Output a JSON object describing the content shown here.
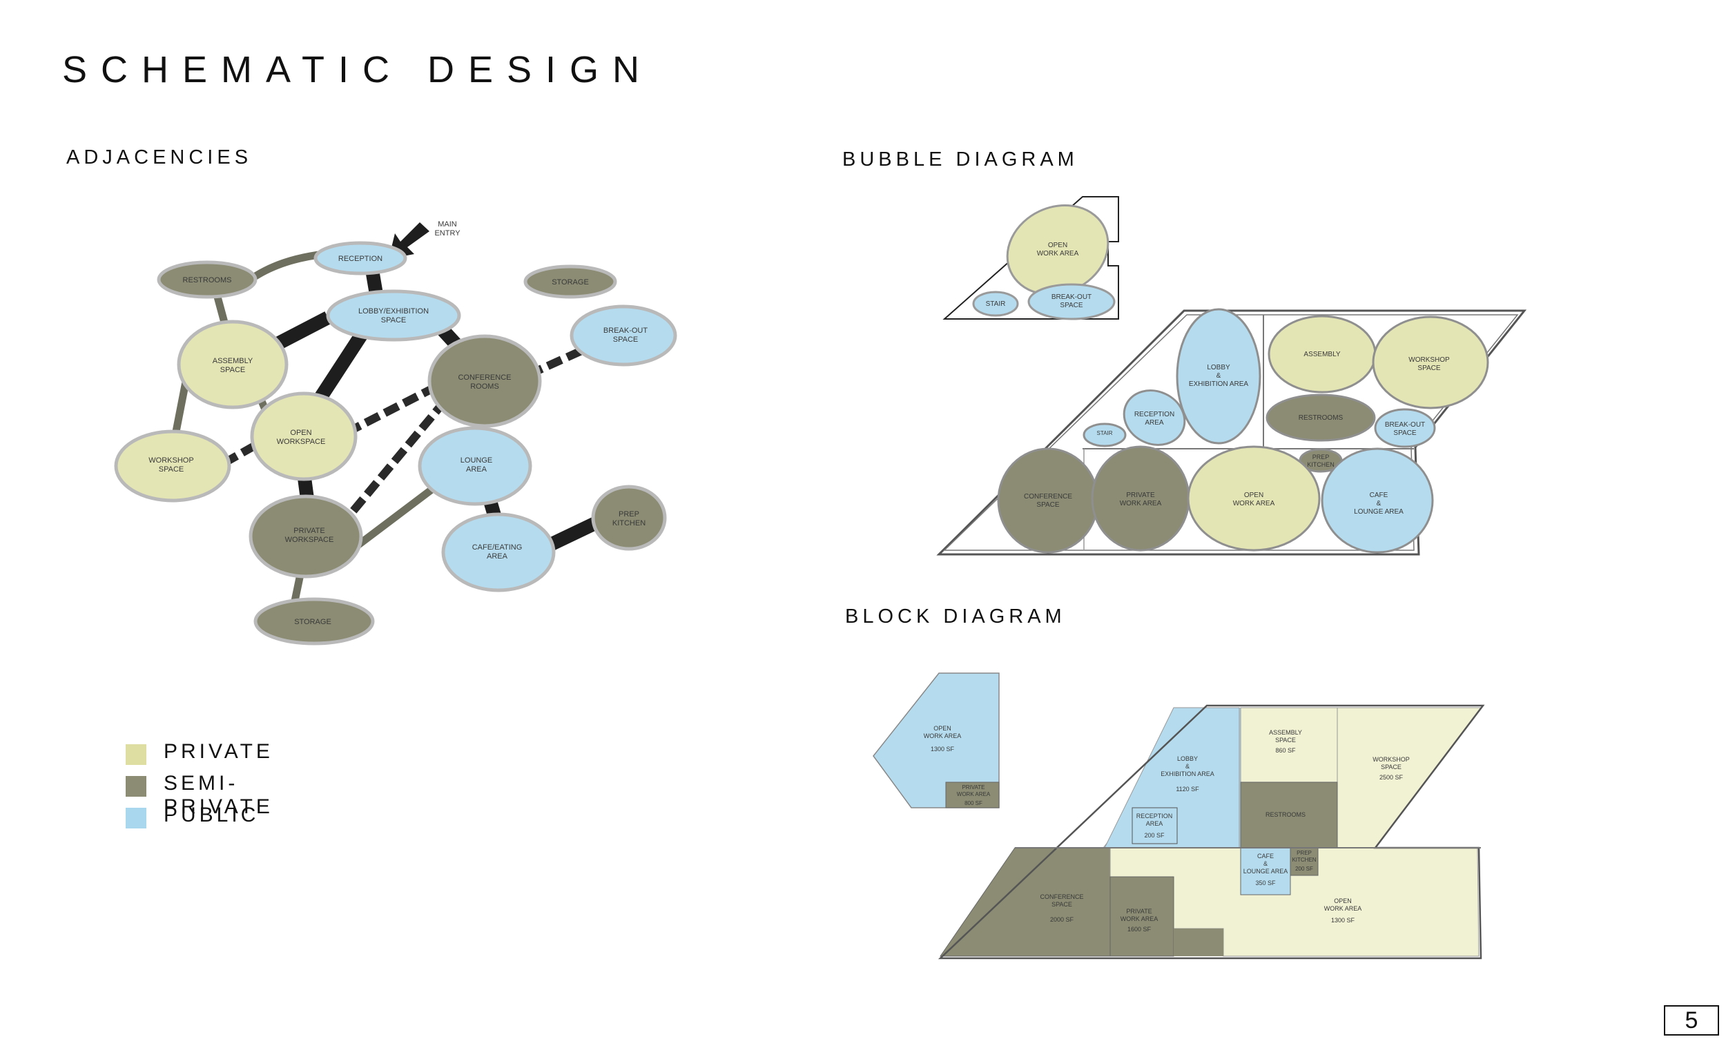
{
  "title": "SCHEMATIC DESIGN",
  "sections": {
    "adjacencies": "ADJACENCIES",
    "bubble": "BUBBLE DIAGRAM",
    "block": "BLOCK DIAGRAM"
  },
  "colors": {
    "private": "#e4e5b4",
    "semi_private": "#8b8c73",
    "public": "#b5dcee"
  },
  "legend": [
    {
      "label": "PRIVATE",
      "color": "#dedea3"
    },
    {
      "label": "SEMI-PRIVATE",
      "color": "#8b8c73"
    },
    {
      "label": "PUBLIC",
      "color": "#a9d8ee"
    }
  ],
  "page_number": "5",
  "adjacencies": {
    "main_entry": [
      "MAIN",
      "ENTRY"
    ],
    "nodes": [
      {
        "id": "reception",
        "lines": [
          "RECEPTION"
        ],
        "type": "public"
      },
      {
        "id": "restrooms",
        "lines": [
          "RESTROOMS"
        ],
        "type": "semi_private"
      },
      {
        "id": "lobby",
        "lines": [
          "LOBBY/EXHIBITION",
          "SPACE"
        ],
        "type": "public"
      },
      {
        "id": "storage-top",
        "lines": [
          "STORAGE"
        ],
        "type": "semi_private"
      },
      {
        "id": "breakout",
        "lines": [
          "BREAK-OUT",
          "SPACE"
        ],
        "type": "public"
      },
      {
        "id": "assembly",
        "lines": [
          "ASSEMBLY",
          "SPACE"
        ],
        "type": "private"
      },
      {
        "id": "conference",
        "lines": [
          "CONFERENCE",
          "ROOMS"
        ],
        "type": "semi_private"
      },
      {
        "id": "open-workspace",
        "lines": [
          "OPEN",
          "WORKSPACE"
        ],
        "type": "private"
      },
      {
        "id": "workshop",
        "lines": [
          "WORKSHOP",
          "SPACE"
        ],
        "type": "private"
      },
      {
        "id": "lounge",
        "lines": [
          "LOUNGE",
          "AREA"
        ],
        "type": "public"
      },
      {
        "id": "private-workspace",
        "lines": [
          "PRIVATE",
          "WORKSPACE"
        ],
        "type": "semi_private"
      },
      {
        "id": "cafe",
        "lines": [
          "CAFE/EATING",
          "AREA"
        ],
        "type": "public"
      },
      {
        "id": "prep-kitchen",
        "lines": [
          "PREP",
          "KITCHEN"
        ],
        "type": "semi_private"
      },
      {
        "id": "storage-bottom",
        "lines": [
          "STORAGE"
        ],
        "type": "semi_private"
      }
    ]
  },
  "bubble_diagram": {
    "upper": [
      {
        "id": "open-work-area",
        "lines": [
          "OPEN",
          "WORK AREA"
        ],
        "type": "private"
      },
      {
        "id": "stair",
        "lines": [
          "STAIR"
        ],
        "type": "public"
      },
      {
        "id": "break-out",
        "lines": [
          "BREAK-OUT",
          "SPACE"
        ],
        "type": "public"
      }
    ],
    "lower": [
      {
        "id": "lobby",
        "lines": [
          "LOBBY",
          "&",
          "EXHIBITION AREA"
        ],
        "type": "public"
      },
      {
        "id": "reception",
        "lines": [
          "RECEPTION",
          "AREA"
        ],
        "type": "public"
      },
      {
        "id": "stair",
        "lines": [
          "STAIR"
        ],
        "type": "public"
      },
      {
        "id": "assembly",
        "lines": [
          "ASSEMBLY"
        ],
        "type": "private"
      },
      {
        "id": "workshop",
        "lines": [
          "WORKSHOP",
          "SPACE"
        ],
        "type": "private"
      },
      {
        "id": "restrooms",
        "lines": [
          "RESTROOMS"
        ],
        "type": "semi_private"
      },
      {
        "id": "break-out",
        "lines": [
          "BREAK-OUT",
          "SPACE"
        ],
        "type": "public"
      },
      {
        "id": "prep-kitchen",
        "lines": [
          "PREP",
          "KITCHEN"
        ],
        "type": "semi_private"
      },
      {
        "id": "conference",
        "lines": [
          "CONFERENCE",
          "SPACE"
        ],
        "type": "semi_private"
      },
      {
        "id": "private-work",
        "lines": [
          "PRIVATE",
          "WORK AREA"
        ],
        "type": "semi_private"
      },
      {
        "id": "open-work",
        "lines": [
          "OPEN",
          "WORK AREA"
        ],
        "type": "private"
      },
      {
        "id": "cafe",
        "lines": [
          "CAFE",
          "&",
          "LOUNGE AREA"
        ],
        "type": "public"
      }
    ]
  },
  "block_diagram": {
    "upper": [
      {
        "id": "open-work-area",
        "lines": [
          "OPEN",
          "WORK AREA",
          "1300 SF"
        ]
      },
      {
        "id": "private-work-area",
        "lines": [
          "PRIVATE",
          "WORK AREA",
          "800 SF"
        ]
      }
    ],
    "lower": [
      {
        "id": "lobby",
        "lines": [
          "LOBBY",
          "&",
          "EXHIBITION AREA",
          "1120 SF"
        ]
      },
      {
        "id": "reception",
        "lines": [
          "RECEPTION",
          "AREA",
          "200 SF"
        ]
      },
      {
        "id": "assembly",
        "lines": [
          "ASSEMBLY",
          "SPACE",
          "860 SF"
        ]
      },
      {
        "id": "workshop",
        "lines": [
          "WORKSHOP",
          "SPACE",
          "2500 SF"
        ]
      },
      {
        "id": "restrooms",
        "lines": [
          "RESTROOMS"
        ]
      },
      {
        "id": "cafe",
        "lines": [
          "CAFE",
          "&",
          "LOUNGE AREA",
          "350 SF"
        ]
      },
      {
        "id": "prep-kitchen",
        "lines": [
          "PREP",
          "KITCHEN",
          "200 SF"
        ]
      },
      {
        "id": "conference",
        "lines": [
          "CONFERENCE",
          "SPACE",
          "2000 SF"
        ]
      },
      {
        "id": "private-work",
        "lines": [
          "PRIVATE",
          "WORK AREA",
          "1600 SF"
        ]
      },
      {
        "id": "open-work",
        "lines": [
          "OPEN",
          "WORK AREA",
          "1300 SF"
        ]
      }
    ]
  }
}
